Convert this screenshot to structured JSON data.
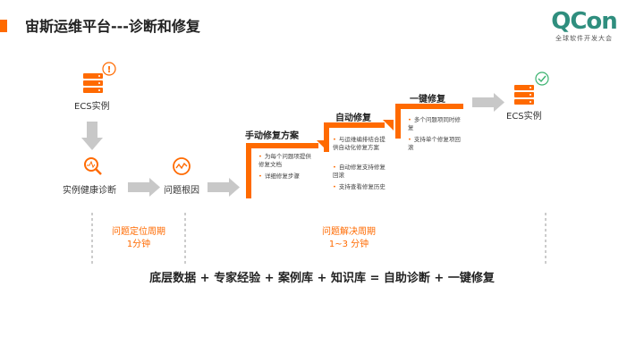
{
  "header": {
    "title": "宙斯运维平台---诊断和修复"
  },
  "logo": {
    "main": "QCon",
    "sub": "全球软件开发大会"
  },
  "nodes": {
    "ecs_top": "ECS实例",
    "health": "实例健康诊断",
    "root_cause": "问题根因",
    "ecs_right": "ECS实例"
  },
  "steps": {
    "manual": {
      "label": "手动修复方案",
      "notes": [
        "为每个问题项提供修复文档",
        "详细修复步骤"
      ]
    },
    "auto": {
      "label": "自动修复",
      "notes": [
        "与运维编排结合提供自动化修复方案",
        "自动修复支持修复回滚",
        "支持查看修复历史"
      ]
    },
    "oneclick": {
      "label": "一键修复",
      "notes": [
        "多个问题项同时修复",
        "支持单个修复项回滚"
      ]
    }
  },
  "periods": {
    "locate": {
      "line1": "问题定位周期",
      "line2": "1分钟"
    },
    "resolve": {
      "line1": "问题解决周期",
      "line2": "1~3 分钟"
    }
  },
  "formula": "底层数据 + 专家经验  + 案例库  +  知识库 = 自助诊断 + 一键修复",
  "colors": {
    "accent": "#ff6a00",
    "arrow_gray": "#c8c8c8",
    "brand": "#2f8e7e",
    "ok": "#3cb371"
  }
}
